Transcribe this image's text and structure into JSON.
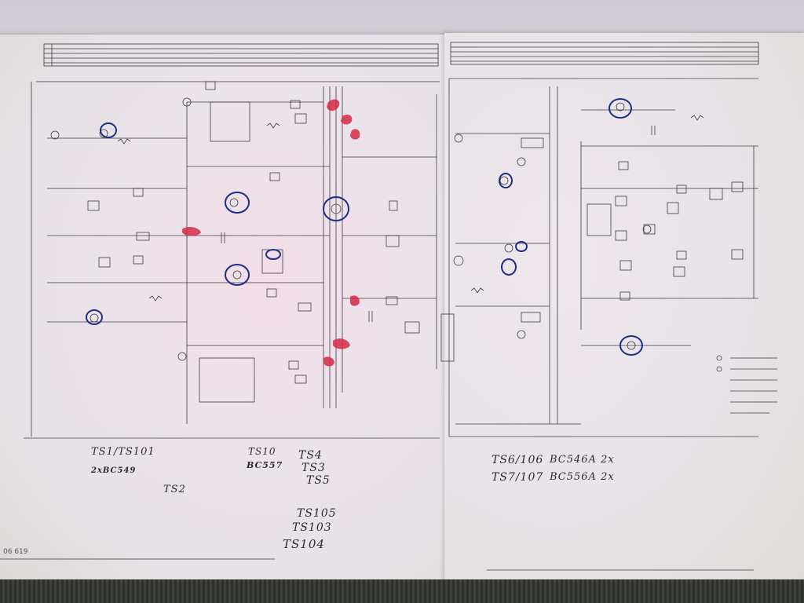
{
  "photo": {
    "handwritten_notes": {
      "ts1": "TS1/TS101",
      "ts1_part": "2xBC549",
      "ts2": "TS2",
      "ts10": "TS10",
      "ts10_part": "BC557",
      "ts4": "TS4",
      "ts3": "TS3",
      "ts5": "TS5",
      "ts105": "TS105",
      "ts103": "TS103",
      "ts104": "TS104",
      "ts6": "TS6/106",
      "ts6_part": "BC546A 2x",
      "ts7": "TS7/107",
      "ts7_part": "BC556A 2x"
    },
    "printed": {
      "left_page_code": "06 619"
    }
  }
}
